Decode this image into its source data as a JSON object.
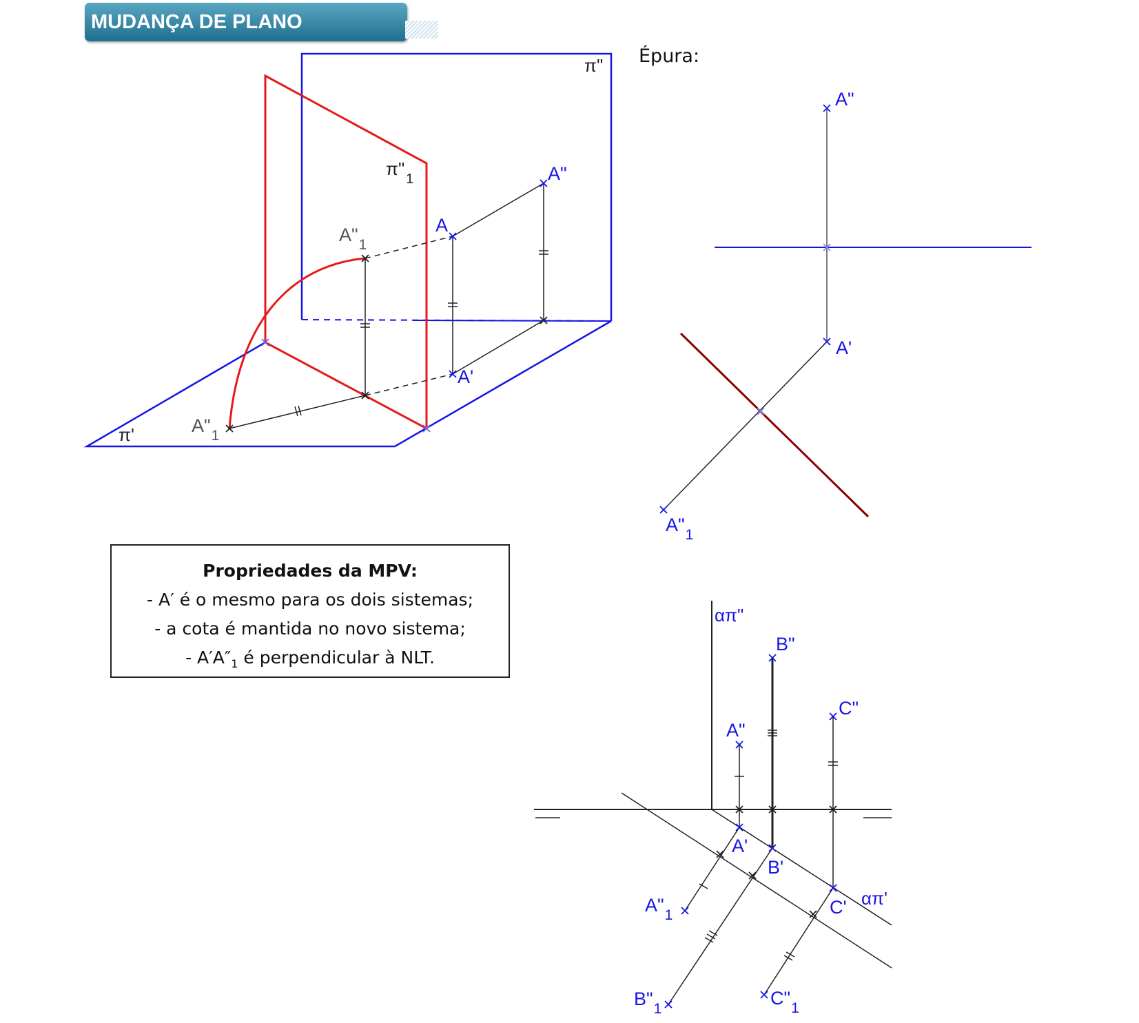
{
  "title": "MUDANÇA DE PLANO VERTICAL",
  "epura_label": "Épura:",
  "properties": {
    "title": "Propriedades da MPV:",
    "line1": "- A′ é o mesmo para os dois sistemas;",
    "line2": "- a cota é mantida no novo sistema;",
    "line3_pre": "- A′A″",
    "line3_sub": "1",
    "line3_post": " é perpendicular à NLT."
  },
  "labels": {
    "pi_v": "π\"",
    "pi_v1": "π\"",
    "pi_v1_sub": "1",
    "pi_h": "π'",
    "A": "A",
    "A_v": "A\"",
    "A_h": "A'",
    "A_v1": "A\"",
    "A_v1_sub": "1",
    "alpha_pi_v": "απ\"",
    "alpha_pi_h": "απ'",
    "B_v": "B\"",
    "B_h": "B'",
    "B_v1": "B\"",
    "C_v": "C\"",
    "C_h": "C'",
    "C_v1": "C\""
  },
  "colors": {
    "plane_blue": "#1515e6",
    "plane_red": "#e61a1a",
    "dark_red": "#8b0000",
    "label_blue": "#1515e6",
    "line_black": "#222222",
    "banner": "#2b7d9c"
  }
}
